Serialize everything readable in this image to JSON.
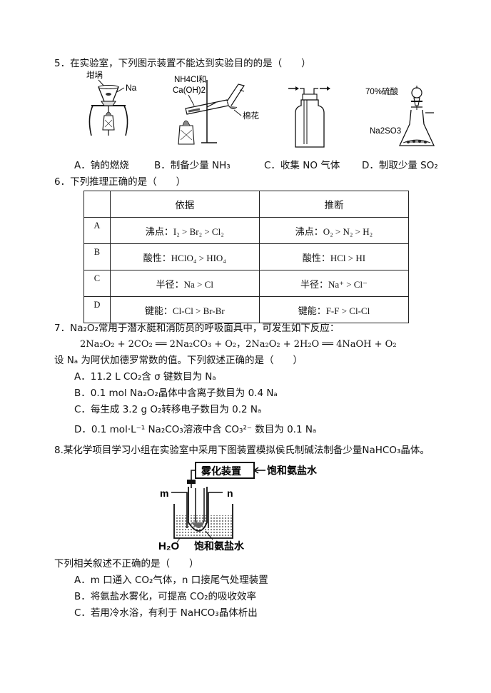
{
  "q5": {
    "stem": "5．在实验室，下列图示装置不能达到实验目的的是（　　）",
    "fig_a_labels": [
      "坩埚",
      "Na"
    ],
    "fig_b_labels": [
      "NH4Cl和",
      "Ca(OH)2",
      "棉花"
    ],
    "fig_d_labels": [
      "70%硫酸",
      "Na2SO3"
    ],
    "options": [
      "A．钠的燃烧",
      "B．制备少量 NH₃",
      "C．收集 NO 气体",
      "D．制取少量 SO₂"
    ]
  },
  "q6": {
    "stem": "6．下列推理正确的是（　　）",
    "headers": [
      "",
      "依据",
      "推断"
    ],
    "rows": [
      {
        "label": "A",
        "basis": "沸点：I₂ > Br₂ > Cl₂",
        "inference": "沸点：O₂ > N₂ > H₂"
      },
      {
        "label": "B",
        "basis": "酸性：HClO₄ > HIO₄",
        "inference": "酸性：HCl > HI"
      },
      {
        "label": "C",
        "basis": "半径：Na > Cl",
        "inference": "半径：Na⁺ > Cl⁻"
      },
      {
        "label": "D",
        "basis": "键能：Cl-Cl > Br-Br",
        "inference": "键能：F-F > Cl-Cl"
      }
    ]
  },
  "q7": {
    "stem": "7．Na₂O₂常用于潜水艇和消防员的呼吸面具中，可发生如下反应：",
    "equation": "2Na₂O₂ + 2CO₂ ══ 2Na₂CO₃ + O₂，2Na₂O₂ + 2H₂O ══ 4NaOH + O₂",
    "stem2": "设 Nₐ 为阿伏加德罗常数的值。下列叙述正确的是（　　）",
    "options": [
      "A．11.2 L CO₂含 σ 键数目为 Nₐ",
      "B．0.1 mol Na₂O₂晶体中含离子数目为 0.4 Nₐ",
      "C．每生成 3.2 g O₂转移电子数目为 0.2 Nₐ",
      "D．0.1 mol·L⁻¹ Na₂CO₃溶液中含 CO₃²⁻ 数目为 0.1 Nₐ"
    ]
  },
  "q8": {
    "stem": "8.某化学项目学习小组在实验室中采用下图装置模拟侯氏制碱法制备少量NaHCO₃晶体。",
    "fig_labels": {
      "atomizer": "雾化装置",
      "right_brine": "饱和氨盐水",
      "m": "m",
      "n": "n",
      "water": "H₂O",
      "bottom_brine": "饱和氨盐水"
    },
    "stem2": "下列相关叙述不正确的是（　　）",
    "options": [
      "A．m 口通入 CO₂气体，n 口接尾气处理装置",
      "B．将氨盐水雾化，可提高 CO₂的吸收效率",
      "C．若用冷水浴，有利于 NaHCO₃晶体析出"
    ]
  }
}
